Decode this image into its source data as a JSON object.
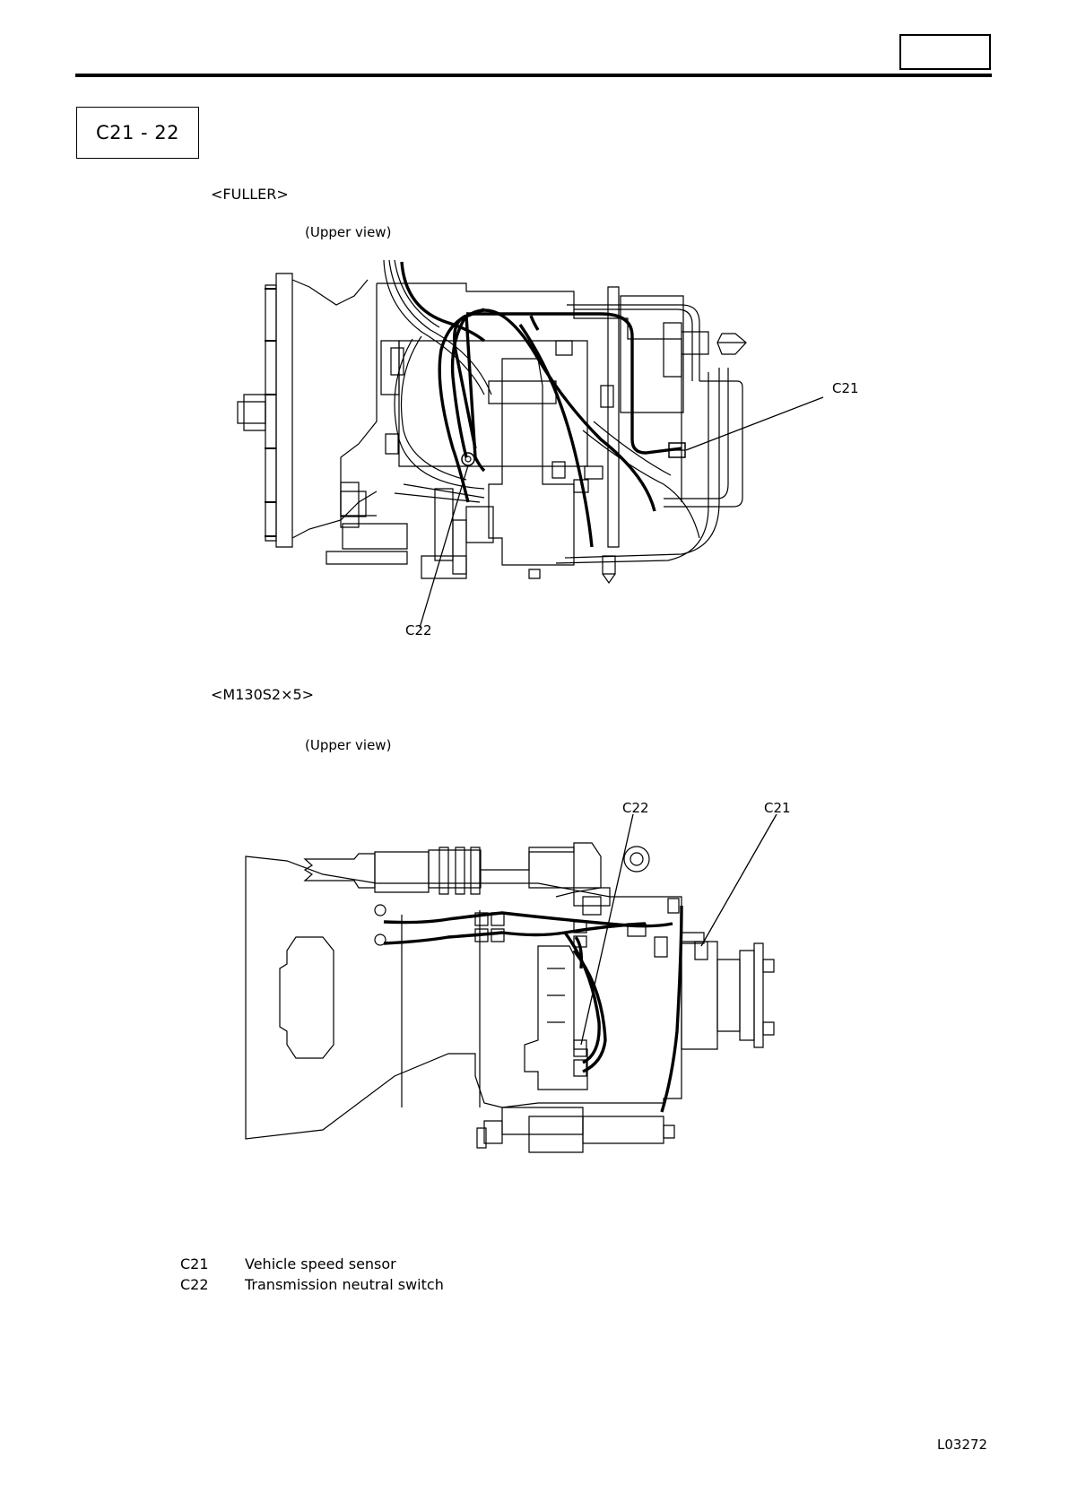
{
  "header": {
    "section_code": "C21 - 22"
  },
  "fig1": {
    "model": "<FULLER>",
    "view": "(Upper view)",
    "callouts": {
      "c21": "C21",
      "c22": "C22"
    }
  },
  "fig2": {
    "model": "<M130S2×5>",
    "view": "(Upper view)",
    "callouts": {
      "c22": "C22",
      "c21": "C21"
    }
  },
  "legend": [
    {
      "code": "C21",
      "desc": "Vehicle speed sensor"
    },
    {
      "code": "C22",
      "desc": "Transmission neutral switch"
    }
  ],
  "footer": {
    "doc_code": "L03272"
  }
}
